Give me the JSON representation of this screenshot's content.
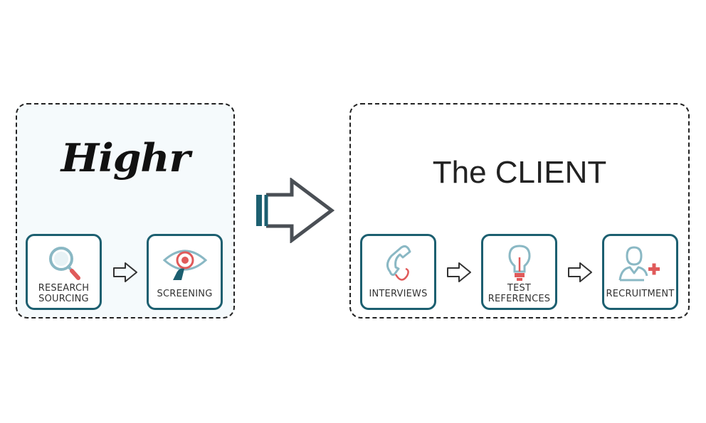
{
  "left_panel": {
    "logo_text": "Highr",
    "steps": [
      {
        "label_line1": "RESEARCH",
        "label_line2": "SOURCING",
        "icon": "magnifier-icon"
      },
      {
        "label": "SCREENING",
        "icon": "eye-person-icon"
      }
    ]
  },
  "right_panel": {
    "title": "The CLIENT",
    "steps": [
      {
        "label": "INTERVIEWS",
        "icon": "phone-icon"
      },
      {
        "label_line1": "TEST",
        "label_line2": "REFERENCES",
        "icon": "lightbulb-icon"
      },
      {
        "label": "RECRUITMENT",
        "icon": "person-plus-icon"
      }
    ]
  },
  "colors": {
    "card_border": "#1c5f70",
    "icon_teal": "#8ab8c4",
    "icon_red": "#e05a5a",
    "arrow_teal": "#1c5f70",
    "arrow_gray": "#3a3a3a"
  }
}
